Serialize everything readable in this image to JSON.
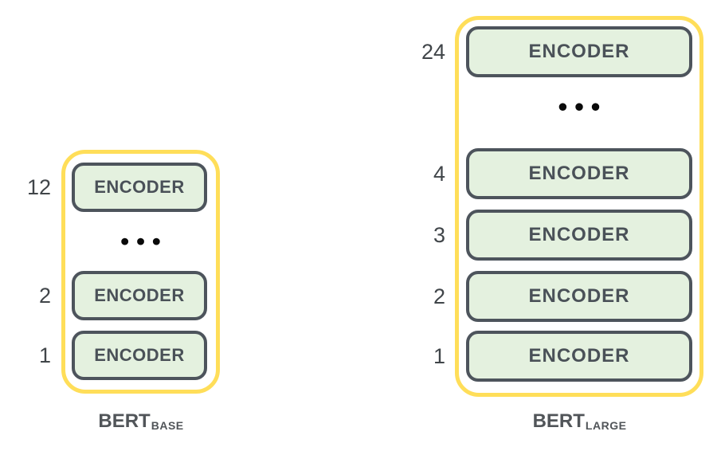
{
  "colors": {
    "container_border": "#FFDE59",
    "encoder_fill": "#E4F1DF",
    "encoder_border": "#4D545C",
    "encoder_text": "#4A5158",
    "number_text": "#404549",
    "caption_text": "#515559",
    "dots": "#0A0A0A",
    "page_bg": "#FFFFFF"
  },
  "icons": {
    "ellipsis": "•••"
  },
  "base": {
    "caption": {
      "main": "BERT",
      "sub": "BASE"
    },
    "layers": [
      {
        "num": "12",
        "text": "ENCODER"
      },
      {
        "num": "2",
        "text": "ENCODER"
      },
      {
        "num": "1",
        "text": "ENCODER"
      }
    ]
  },
  "large": {
    "caption": {
      "main": "BERT",
      "sub": "LARGE"
    },
    "layers": [
      {
        "num": "24",
        "text": "ENCODER"
      },
      {
        "num": "4",
        "text": "ENCODER"
      },
      {
        "num": "3",
        "text": "ENCODER"
      },
      {
        "num": "2",
        "text": "ENCODER"
      },
      {
        "num": "1",
        "text": "ENCODER"
      }
    ]
  }
}
